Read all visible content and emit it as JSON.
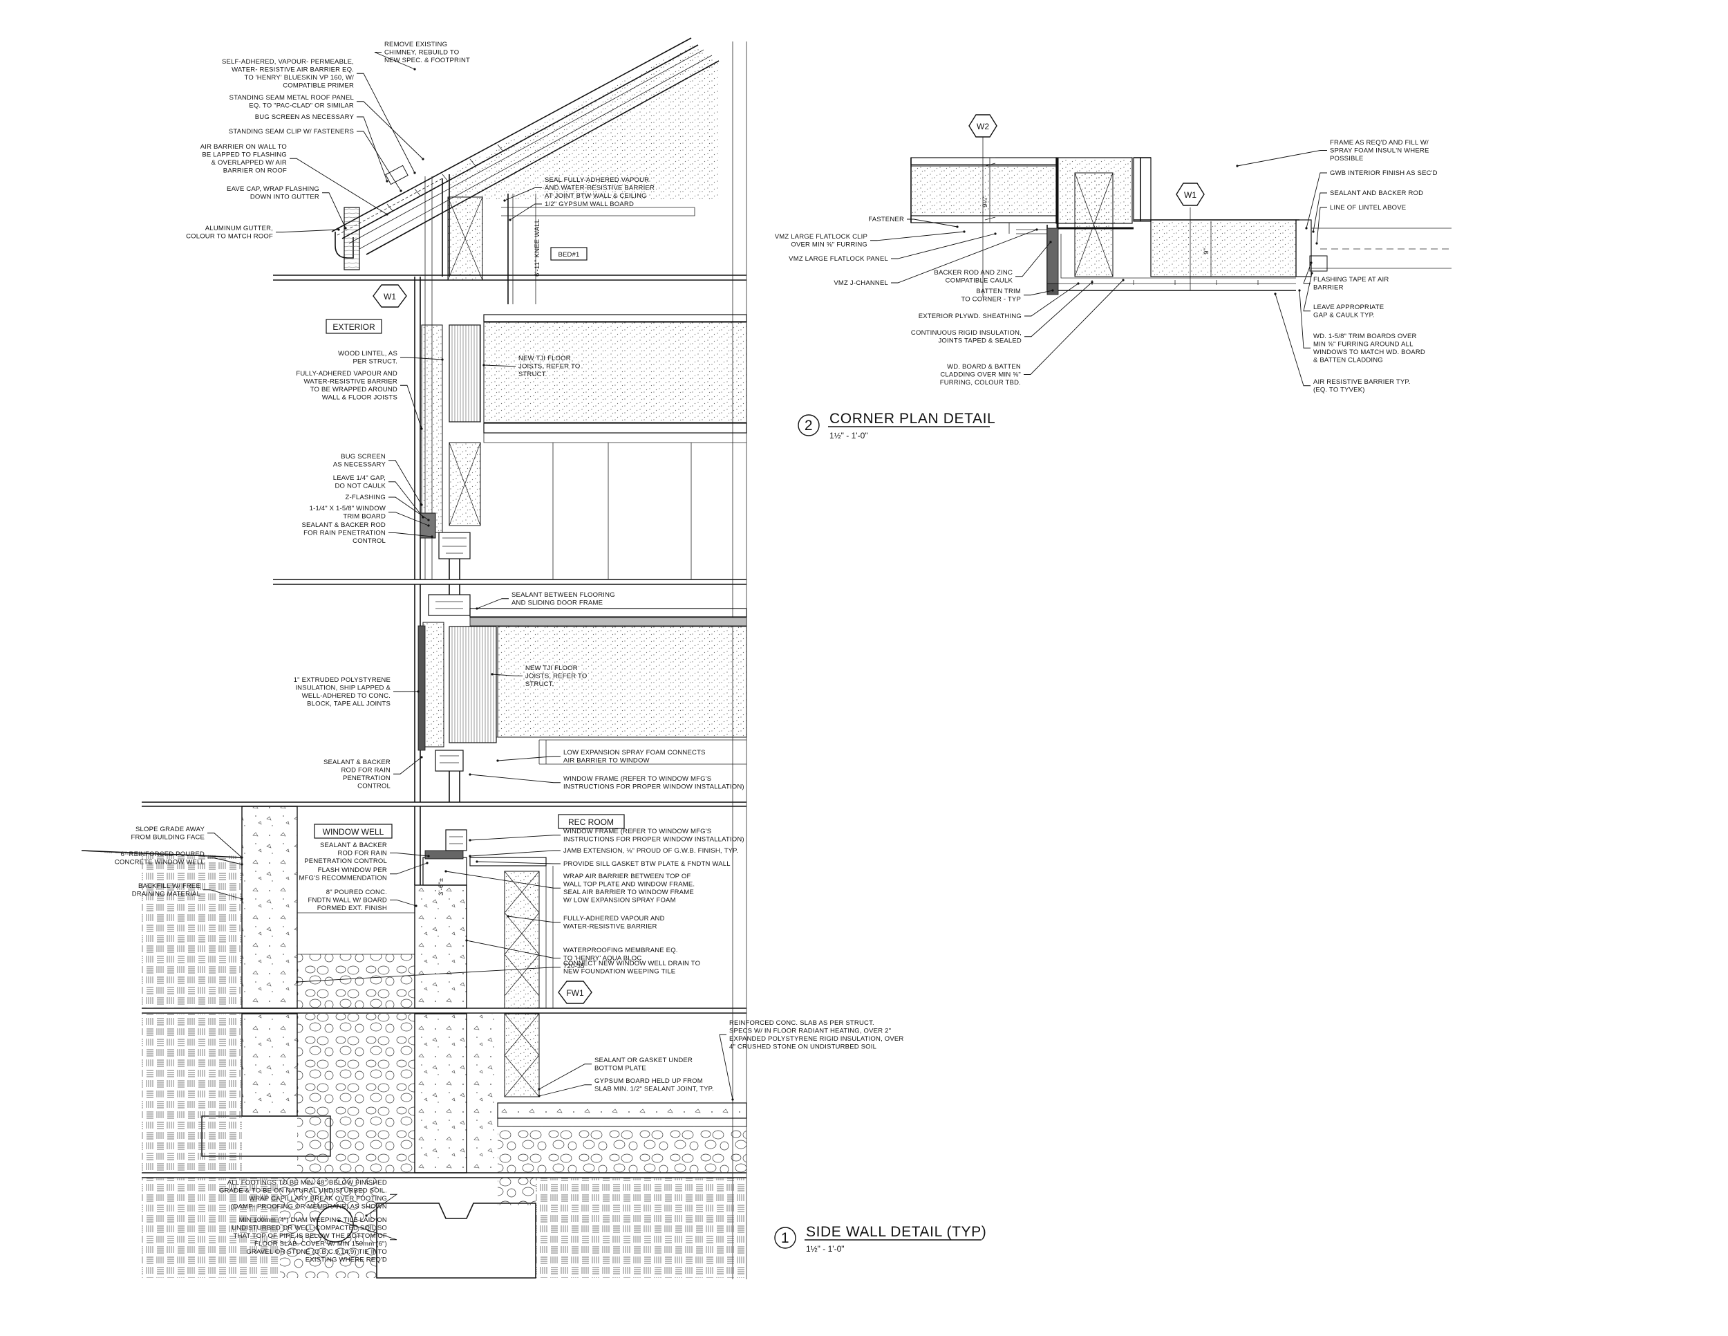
{
  "side_detail": {
    "number": "1",
    "title": "SIDE WALL DETAIL (TYP)",
    "scale": "1½\" - 1'-0\"",
    "tags": {
      "w1": "W1",
      "fw1": "FW1"
    },
    "rooms": {
      "exterior": "EXTERIOR",
      "window_well": "WINDOW WELL",
      "rec_room": "REC ROOM",
      "bed": "BED#1"
    },
    "dims": {
      "knee_wall": "6'-11\" KNEE WALL",
      "well_dim": "3'-6\"±"
    },
    "notes_left": [
      [
        "SELF-ADHERED, VAPOUR- PERMEABLE,",
        "WATER- RESISTIVE AIR BARRIER EQ.",
        "TO 'HENRY' BLUESKIN VP 160, W/",
        "COMPATIBLE PRIMER"
      ],
      [
        "STANDING SEAM METAL ROOF PANEL",
        "EQ. TO \"PAC-CLAD\" OR SIMILAR"
      ],
      [
        "BUG SCREEN AS NECESSARY"
      ],
      [
        "STANDING SEAM CLIP W/ FASTENERS"
      ],
      [
        "AIR BARRIER ON WALL TO",
        "BE LAPPED TO FLASHING",
        "& OVERLAPPED W/ AIR",
        "BARRIER ON ROOF"
      ],
      [
        "EAVE CAP, WRAP FLASHING",
        "DOWN INTO GUTTER"
      ],
      [
        "ALUMINUM GUTTER,",
        "COLOUR TO MATCH ROOF"
      ],
      [
        "WOOD LINTEL, AS",
        "PER STRUCT."
      ],
      [
        "FULLY-ADHERED VAPOUR AND",
        "WATER-RESISTIVE BARRIER",
        "TO BE WRAPPED AROUND",
        "WALL & FLOOR JOISTS"
      ],
      [
        "BUG SCREEN",
        "AS NECESSARY"
      ],
      [
        "LEAVE 1/4\" GAP,",
        "DO NOT CAULK"
      ],
      [
        "Z-FLASHING"
      ],
      [
        "1-1/4\" X 1-5/8\" WINDOW",
        "TRIM BOARD"
      ],
      [
        "SEALANT & BACKER ROD",
        "FOR RAIN PENETRATION",
        "CONTROL"
      ],
      [
        "1\" EXTRUDED POLYSTYRENE",
        "INSULATION, SHIP LAPPED &",
        "WELL-ADHERED TO CONC.",
        "BLOCK, TAPE ALL JOINTS"
      ],
      [
        "SEALANT & BACKER",
        "ROD FOR RAIN",
        "PENETRATION",
        "CONTROL"
      ],
      [
        "SLOPE GRADE AWAY",
        "FROM BUILDING FACE"
      ],
      [
        "6\" REINFORCED POURED",
        "CONCRETE WINDOW WELL"
      ],
      [
        "BACKFILL W/ FREE",
        "DRAINING MATERIAL"
      ],
      [
        "SEALANT & BACKER",
        "ROD FOR RAIN",
        "PENETRATION CONTROL"
      ],
      [
        "FLASH WINDOW PER",
        "MFG'S RECOMMENDATION"
      ],
      [
        "8\" POURED CONC.",
        "FNDTN WALL W/ BOARD",
        "FORMED EXT. FINISH"
      ],
      [
        "ALL FOOTINGS TO BE MIN. 48\" BELOW FINISHED",
        "GRADE & TO BE ON NATURAL UNDISTURBED SOIL.",
        "WRAP CAPILLARY BREAK OVER FOOTING",
        "(DAMP- PROOFING OR MEMBRANE) AS SHOWN"
      ],
      [
        "MIN 100mm (4\") DIAM WEEPING TILE LAID ON",
        "UNDISTURBED OR WELL-COMPACTED SOIL SO",
        "THAT TOP OF PIPE IS BELOW THE BOTTOM OF",
        "FLOOR SLAB. COVER W/ MIN 150mm (6\")",
        "GRAVEL OR STONE (O.B.C.9.14.9) TIE INTO",
        "EXISTING WHERE REQ'D"
      ]
    ],
    "notes_right": [
      [
        "REMOVE EXISTING",
        "CHIMNEY, REBUILD TO",
        "NEW SPEC. & FOOTPRINT"
      ],
      [
        "SEAL FULLY-ADHERED VAPOUR",
        "AND WATER-RESISTIVE BARRIER",
        "AT JOINT BTW WALL & CEILING"
      ],
      [
        "1/2\" GYPSUM WALL BOARD"
      ],
      [
        "NEW TJI FLOOR",
        "JOISTS, REFER TO",
        "STRUCT."
      ],
      [
        "SEALANT BETWEEN FLOORING",
        "AND SLIDING DOOR FRAME"
      ],
      [
        "NEW TJI FLOOR",
        "JOISTS, REFER TO",
        "STRUCT."
      ],
      [
        "LOW EXPANSION SPRAY FOAM CONNECTS",
        "AIR BARRIER TO WINDOW"
      ],
      [
        "WINDOW FRAME (REFER TO WINDOW MFG'S",
        "INSTRUCTIONS FOR PROPER WINDOW INSTALLATION)"
      ],
      [
        "WINDOW FRAME (REFER TO WINDOW MFG'S",
        "INSTRUCTIONS FOR PROPER WINDOW INSTALLATION)"
      ],
      [
        "JAMB EXTENSION, ⅛\" PROUD OF G.W.B. FINISH, TYP."
      ],
      [
        "PROVIDE SILL GASKET BTW PLATE & FNDTN WALL"
      ],
      [
        "WRAP AIR BARRIER BETWEEN TOP OF",
        "WALL TOP PLATE AND WINDOW FRAME.",
        "SEAL AIR BARRIER TO WINDOW FRAME",
        "W/ LOW EXPANSION SPRAY FOAM"
      ],
      [
        "FULLY-ADHERED VAPOUR AND",
        "WATER-RESISTIVE BARRIER"
      ],
      [
        "WATERPROOFING MEMBRANE EQ.",
        "TO 'HENRY' AQUA BLOC",
        "720-35"
      ],
      [
        "CONNECT NEW WINDOW WELL DRAIN TO",
        "NEW FOUNDATION WEEPING TILE"
      ],
      [
        "REINFORCED CONC. SLAB AS PER STRUCT.",
        "SPECS W/ IN FLOOR RADIANT HEATING, OVER 2\"",
        "EXPANDED POLYSTYRENE RIGID INSULATION, OVER",
        "4\" CRUSHED STONE ON UNDISTURBED SOIL"
      ],
      [
        "SEALANT OR GASKET UNDER",
        "BOTTOM PLATE"
      ],
      [
        "GYPSUM BOARD HELD UP FROM",
        "SLAB MIN. 1/2\" SEALANT JOINT, TYP."
      ]
    ]
  },
  "corner_detail": {
    "number": "2",
    "title": "CORNER PLAN DETAIL",
    "scale": "1½\" - 1'-0\"",
    "tags": {
      "w2": "W2",
      "w1": "W1"
    },
    "dims": {
      "a": "9¼\"",
      "b": "9\""
    },
    "notes_left": [
      [
        "FASTENER"
      ],
      [
        "VMZ LARGE FLATLOCK CLIP",
        "OVER MIN ⅝\" FURRING"
      ],
      [
        "VMZ LARGE FLATLOCK PANEL"
      ],
      [
        "VMZ J-CHANNEL"
      ],
      [
        "BACKER ROD AND ZINC",
        "COMPATIBLE CAULK"
      ],
      [
        "BATTEN TRIM",
        "TO CORNER - TYP"
      ],
      [
        "EXTERIOR PLYWD. SHEATHING"
      ],
      [
        "CONTINUOUS RIGID INSULATION,",
        "JOINTS TAPED & SEALED"
      ],
      [
        "WD. BOARD & BATTEN",
        "CLADDING OVER MIN ⅝\"",
        "FURRING, COLOUR TBD."
      ]
    ],
    "notes_right": [
      [
        "FRAME AS REQ'D AND FILL W/",
        "SPRAY FOAM INSUL'N WHERE",
        "POSSIBLE"
      ],
      [
        "GWB INTERIOR FINISH AS SEC'D"
      ],
      [
        "SEALANT AND BACKER ROD"
      ],
      [
        "LINE OF LINTEL ABOVE"
      ],
      [
        "FLASHING TAPE AT AIR",
        "BARRIER"
      ],
      [
        "LEAVE APPROPRIATE",
        "GAP & CAULK TYP."
      ],
      [
        "WD. 1-5/8\" TRIM BOARDS OVER",
        "MIN ⅝\" FURRING AROUND ALL",
        "WINDOWS TO MATCH WD. BOARD",
        "& BATTEN CLADDING"
      ],
      [
        "AIR RESISTIVE BARRIER TYP.",
        "(EQ. TO TYVEK)"
      ]
    ]
  }
}
